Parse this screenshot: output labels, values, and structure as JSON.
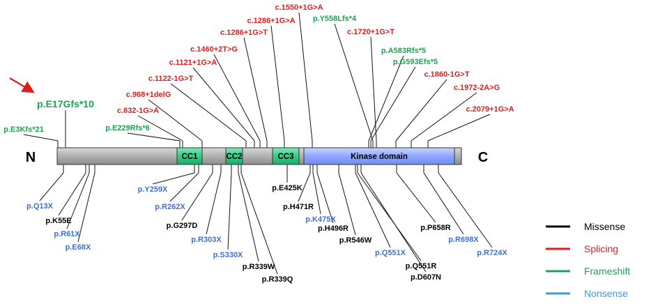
{
  "colors": {
    "missense": "#000000",
    "splicing": "#e01b1b",
    "frameshift": "#1aa350",
    "nonsense": "#3b6fd6",
    "protein": "#b4b4b4",
    "coiled_coil": "#2fcf86",
    "kinase": "#8fa8ff",
    "arrow": "#e01b1b"
  },
  "protein": {
    "n_term": "N",
    "c_term": "C",
    "domains": [
      {
        "label": "CC1"
      },
      {
        "label": "CC2"
      },
      {
        "label": "CC3"
      },
      {
        "label": "Kinase domain"
      }
    ]
  },
  "mutations_above": [
    {
      "label": "p.E17Gfs*10",
      "type": "frameshift",
      "highlight": true
    },
    {
      "label": "p.E3Kfs*21",
      "type": "frameshift"
    },
    {
      "label": "p.E229Rfs*6",
      "type": "frameshift"
    },
    {
      "label": "c.832-1G>A",
      "type": "splicing"
    },
    {
      "label": "c.968+1delG",
      "type": "splicing"
    },
    {
      "label": "c.1122-1G>T",
      "type": "splicing"
    },
    {
      "label": "c.1121+1G>A",
      "type": "splicing"
    },
    {
      "label": "c.1460+2T>G",
      "type": "splicing"
    },
    {
      "label": "c.1286+1G>T",
      "type": "splicing"
    },
    {
      "label": "c.1286+1G>A",
      "type": "splicing"
    },
    {
      "label": "c.1550+1G>A",
      "type": "splicing"
    },
    {
      "label": "p.Y558Lfs*4",
      "type": "frameshift"
    },
    {
      "label": "c.1720+1G>T",
      "type": "splicing"
    },
    {
      "label": "p.A583Rfs*5",
      "type": "frameshift"
    },
    {
      "label": "p.G593Efs*5",
      "type": "frameshift"
    },
    {
      "label": "c.1860-1G>T",
      "type": "splicing"
    },
    {
      "label": "c.1972-2A>G",
      "type": "splicing"
    },
    {
      "label": "c.2079+1G>A",
      "type": "splicing"
    }
  ],
  "mutations_below": [
    {
      "label": "p.Q13X",
      "type": "nonsense"
    },
    {
      "label": "p.K55E",
      "type": "missense"
    },
    {
      "label": "p.R61X",
      "type": "nonsense"
    },
    {
      "label": "p.E68X",
      "type": "nonsense"
    },
    {
      "label": "p.Y259X",
      "type": "nonsense"
    },
    {
      "label": "p.R262X",
      "type": "nonsense"
    },
    {
      "label": "p.G297D",
      "type": "missense"
    },
    {
      "label": "p.R303X",
      "type": "nonsense"
    },
    {
      "label": "p.S330X",
      "type": "nonsense"
    },
    {
      "label": "p.R339W",
      "type": "missense"
    },
    {
      "label": "p.R339Q",
      "type": "missense"
    },
    {
      "label": "p.E425K",
      "type": "missense"
    },
    {
      "label": "p.H471R",
      "type": "missense"
    },
    {
      "label": "p.K475X",
      "type": "nonsense"
    },
    {
      "label": "p.H496R",
      "type": "missense"
    },
    {
      "label": "p.R546W",
      "type": "missense"
    },
    {
      "label": "p.Q551X",
      "type": "nonsense"
    },
    {
      "label": "p.Q551R",
      "type": "missense"
    },
    {
      "label": "p.D607N",
      "type": "missense"
    },
    {
      "label": "p.P658R",
      "type": "missense"
    },
    {
      "label": "p.R698X",
      "type": "nonsense"
    },
    {
      "label": "p.R724X",
      "type": "nonsense"
    }
  ],
  "legend": [
    {
      "label": "Missense",
      "type": "missense"
    },
    {
      "label": "Splicing",
      "type": "splicing"
    },
    {
      "label": "Frameshift",
      "type": "frameshift"
    },
    {
      "label": "Nonsense",
      "type": "nonsense"
    }
  ]
}
